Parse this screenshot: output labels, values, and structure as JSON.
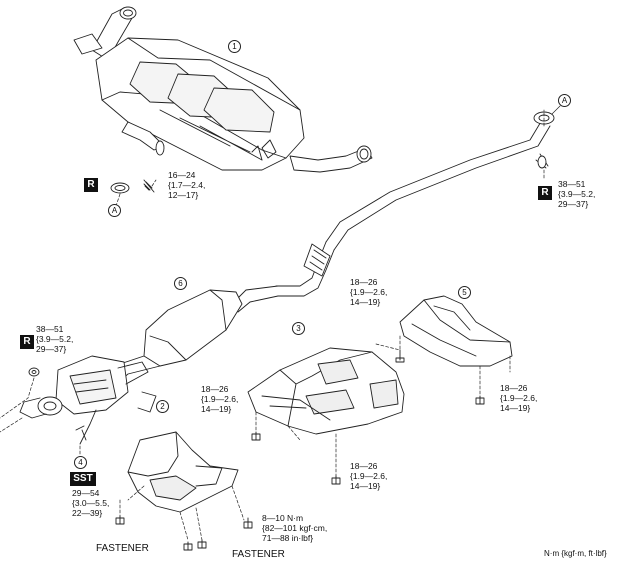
{
  "parts": {
    "p1": "1",
    "p2": "2",
    "p3": "3",
    "p4": "4",
    "p5": "5",
    "p6": "6"
  },
  "refs": {
    "a": "A"
  },
  "badges": {
    "r": "R",
    "sst": "SST"
  },
  "torque": {
    "t1": "16—24\n{1.7—2.4,\n12—17}",
    "t2": "38—51\n{3.9—5.2,\n29—37}",
    "t3": "38—51\n{3.9—5.2,\n29—37}",
    "t4": "18—26\n{1.9—2.6,\n14—19}",
    "t5": "18—26\n{1.9—2.6,\n14—19}",
    "t6": "18—26\n{1.9—2.6,\n14—19}",
    "t7": "18—26\n{1.9—2.6,\n14—19}",
    "t8": "29—54\n{3.0—5.5,\n22—39}",
    "t9": "8—10 N·m\n{82—101 kgf·cm,\n71—88 in·lbf}"
  },
  "fastener": "FASTENER",
  "units": "N·m {kgf·m, ft·lbf}"
}
